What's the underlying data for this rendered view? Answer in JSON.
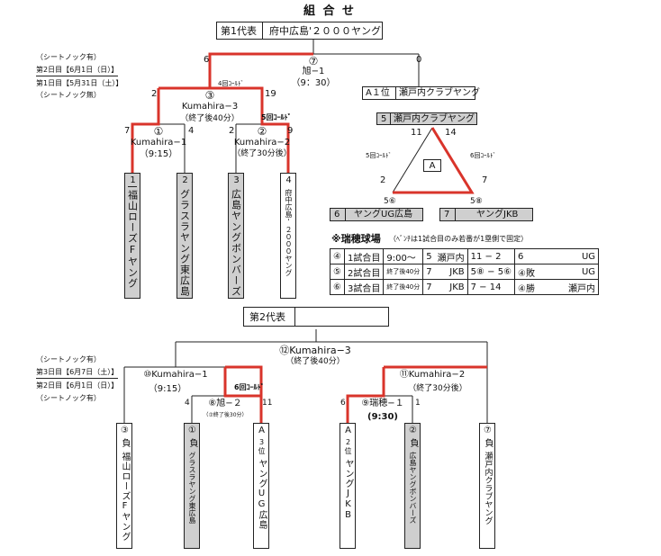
{
  "title": "組 合 せ",
  "rep1": {
    "label": "第1代表",
    "team": "府中広島'２０００ヤング"
  },
  "rep2": {
    "label": "第2代表"
  },
  "left_notes": {
    "n1": "（シートノック有）",
    "n2": "第2日目【6月1日（日）】",
    "n3": "第1日目【5月31日（土）】",
    "n4": "（シートノック無）"
  },
  "left_notes2": {
    "n1": "（シートノック有）",
    "n2": "第3日目【6月7日（土）】",
    "n3": "第2日目【6月1日（日）】",
    "n4": "（シートノック有）"
  },
  "top": {
    "m7": {
      "num": "⑦",
      "name": "旭−1",
      "time": "（9：30）",
      "sl": "6",
      "sr": "0",
      "note": "4回ｺｰﾙﾄﾞ"
    },
    "m3": {
      "num": "③",
      "name": "Kumahira−3",
      "time": "（終了後40分）",
      "sl": "2",
      "sr": "19",
      "note": "5回ｺｰﾙﾄﾞ"
    },
    "m1": {
      "num": "①",
      "name": "Kumahira−1",
      "time": "（9:15）",
      "sl": "7",
      "sr": "4"
    },
    "m2": {
      "num": "②",
      "name": "Kumahira−2",
      "time": "（終了30分後）",
      "sl": "2",
      "sr": "9"
    },
    "a1": {
      "label": "A１位",
      "team": "瀬戸内クラブヤング"
    }
  },
  "teams": [
    {
      "num": "1",
      "name": "福山ローズFヤング"
    },
    {
      "num": "2",
      "name": "グラスラヤング東広島"
    },
    {
      "num": "3",
      "name": "広島ヤングボンバーズ"
    },
    {
      "num": "4",
      "name": "府中広島'２０００ヤング"
    }
  ],
  "league": {
    "t5": {
      "num": "5",
      "name": "瀬戸内クラブヤング"
    },
    "t6": {
      "num": "6",
      "name": "ヤングUG広島"
    },
    "t7": {
      "num": "7",
      "name": "ヤングJKB"
    },
    "center": "A",
    "s11": "11",
    "s14": "14",
    "s2": "2",
    "s7": "7",
    "c5": "5回ｺｰﾙﾄﾞ",
    "c6": "6回ｺｰﾙﾄﾞ",
    "m56": "5⑥",
    "m58": "5⑧"
  },
  "schedule": {
    "title": "※瑞穂球場",
    "note": "（ﾍﾞﾝﾁは1試合目のみ若番が1塁側で固定）",
    "rows": [
      [
        "④",
        "1試合目",
        "9:00〜",
        "5",
        "瀬戸内",
        "11  −  2",
        "6",
        "UG"
      ],
      [
        "⑤",
        "2試合目",
        "終了後40分",
        "7",
        "JKB",
        "5⑧ − 5⑥",
        "④敗",
        "UG"
      ],
      [
        "⑥",
        "3試合目",
        "終了後40分",
        "7",
        "JKB",
        "7  −  14",
        "④勝",
        "瀬戸内"
      ]
    ]
  },
  "bottom": {
    "m12": {
      "name": "⑫Kumahira−3",
      "time": "（終了後40分）"
    },
    "m10": {
      "name": "⑩Kumahira−1",
      "time": "（9:15）",
      "note": "6回ｺｰﾙﾄﾞ"
    },
    "m11": {
      "name": "⑪Kumahira−2",
      "time": "（終了30分後）"
    },
    "m8": {
      "name": "⑧旭−２",
      "time": "（⑦終了後30分）",
      "sl": "4",
      "sr": "11"
    },
    "m9": {
      "name": "⑨瑞穂−１",
      "time": "(9:30)",
      "sl": "6",
      "sr": "1"
    },
    "teams": [
      {
        "head": "③",
        "sub": "負",
        "name": "福山ローズFヤング"
      },
      {
        "head": "①",
        "sub": "負",
        "name": "グラスラヤング東広島"
      },
      {
        "head": "A",
        "sub": "3位",
        "name": "ヤングUG広島"
      },
      {
        "head": "A",
        "sub": "2位",
        "name": "ヤングJKB"
      },
      {
        "head": "②",
        "sub": "負",
        "name": "広島ヤングボンバーズ"
      },
      {
        "head": "⑦",
        "sub": "負",
        "name": "瀬戸内クラブヤング"
      }
    ]
  },
  "colors": {
    "win_line": "#d9342b",
    "line": "#222222",
    "loser_box": "#cfcfcf"
  }
}
